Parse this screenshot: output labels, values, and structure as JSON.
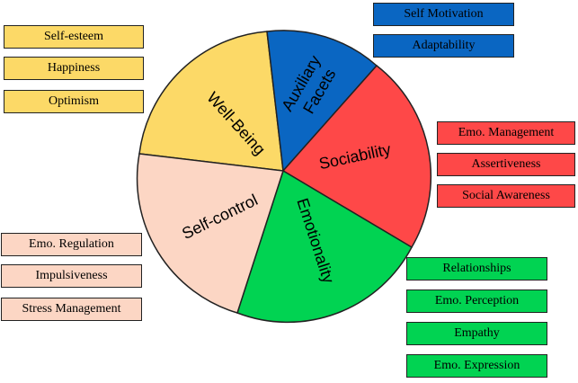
{
  "segments": [
    {
      "label_lines": [
        "Well-Being"
      ],
      "color": "#fcd967",
      "sub_items": [
        "Self-esteem",
        "Happiness",
        "Optimism"
      ]
    },
    {
      "label_lines": [
        "Auxiliary",
        "Facets"
      ],
      "color": "#0a66c2",
      "sub_items": [
        "Self Motivation",
        "Adaptability"
      ]
    },
    {
      "label_lines": [
        "Sociability"
      ],
      "color": "#fe4848",
      "sub_items": [
        "Emo. Management",
        "Assertiveness",
        "Social Awareness"
      ]
    },
    {
      "label_lines": [
        "Emotionality"
      ],
      "color": "#01d352",
      "sub_items": [
        "Relationships",
        "Emo. Perception",
        "Empathy",
        "Emo. Expression"
      ]
    },
    {
      "label_lines": [
        "Self-control"
      ],
      "color": "#fcd6c4",
      "sub_items": [
        "Emo. Regulation",
        "Impulsiveness",
        "Stress Management"
      ]
    }
  ]
}
